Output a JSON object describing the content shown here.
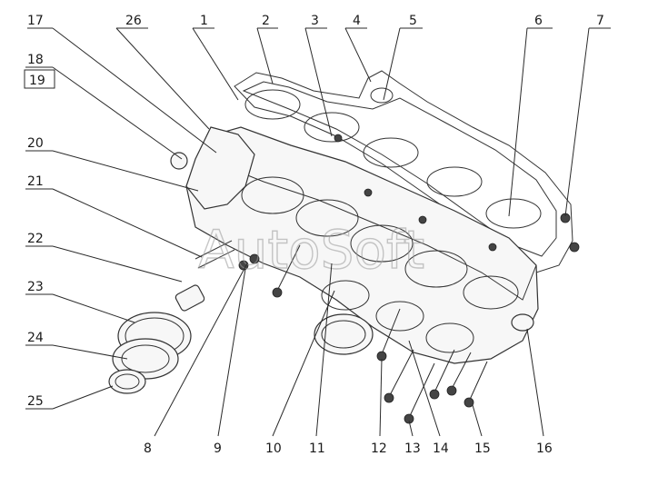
{
  "watermark": "AutoSoft",
  "callouts": [
    {
      "id": "17",
      "text": "17"
    },
    {
      "id": "26",
      "text": "26"
    },
    {
      "id": "1",
      "text": "1"
    },
    {
      "id": "2",
      "text": "2"
    },
    {
      "id": "3",
      "text": "3"
    },
    {
      "id": "4",
      "text": "4"
    },
    {
      "id": "5",
      "text": "5"
    },
    {
      "id": "6",
      "text": "6"
    },
    {
      "id": "7",
      "text": "7"
    },
    {
      "id": "18",
      "text": "18"
    },
    {
      "id": "19",
      "text": "19"
    },
    {
      "id": "20",
      "text": "20"
    },
    {
      "id": "21",
      "text": "21"
    },
    {
      "id": "22",
      "text": "22"
    },
    {
      "id": "23",
      "text": "23"
    },
    {
      "id": "24",
      "text": "24"
    },
    {
      "id": "25",
      "text": "25"
    },
    {
      "id": "8",
      "text": "8"
    },
    {
      "id": "9",
      "text": "9"
    },
    {
      "id": "10",
      "text": "10"
    },
    {
      "id": "11",
      "text": "11"
    },
    {
      "id": "12",
      "text": "12"
    },
    {
      "id": "13",
      "text": "13"
    },
    {
      "id": "14",
      "text": "14"
    },
    {
      "id": "15",
      "text": "15"
    },
    {
      "id": "16",
      "text": "16"
    }
  ]
}
